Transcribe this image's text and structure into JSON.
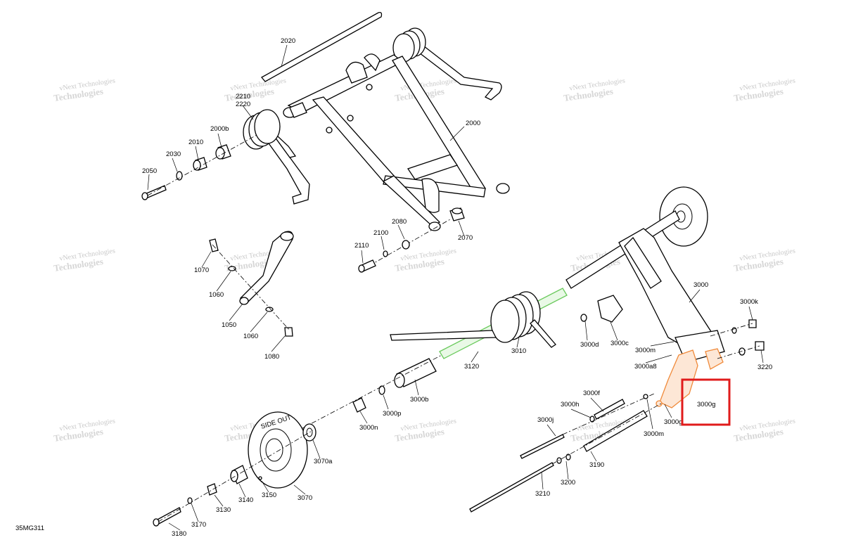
{
  "diagram_id": "35MG311",
  "watermark": {
    "line1": "vNext Technologies",
    "line2": "Technologies"
  },
  "highlight_label": "3000g",
  "parts": [
    {
      "id": "2000",
      "label": "2000"
    },
    {
      "id": "2000b",
      "label": "2000b"
    },
    {
      "id": "2010",
      "label": "2010"
    },
    {
      "id": "2020",
      "label": "2020"
    },
    {
      "id": "2030",
      "label": "2030"
    },
    {
      "id": "2050",
      "label": "2050"
    },
    {
      "id": "2070",
      "label": "2070"
    },
    {
      "id": "2080",
      "label": "2080"
    },
    {
      "id": "2100",
      "label": "2100"
    },
    {
      "id": "2110",
      "label": "2110"
    },
    {
      "id": "2210",
      "label": "2210"
    },
    {
      "id": "2220",
      "label": "2220"
    },
    {
      "id": "1050",
      "label": "1050"
    },
    {
      "id": "1060a",
      "label": "1060"
    },
    {
      "id": "1060b",
      "label": "1060"
    },
    {
      "id": "1070",
      "label": "1070"
    },
    {
      "id": "1080",
      "label": "1080"
    },
    {
      "id": "3000",
      "label": "3000"
    },
    {
      "id": "3000k",
      "label": "3000k"
    },
    {
      "id": "3000d",
      "label": "3000d"
    },
    {
      "id": "3000c",
      "label": "3000c"
    },
    {
      "id": "3000m_a",
      "label": "3000m"
    },
    {
      "id": "3000a8",
      "label": "3000a8"
    },
    {
      "id": "3220",
      "label": "3220"
    },
    {
      "id": "3010",
      "label": "3010"
    },
    {
      "id": "3120",
      "label": "3120"
    },
    {
      "id": "3000b",
      "label": "3000b"
    },
    {
      "id": "3000p",
      "label": "3000p"
    },
    {
      "id": "3000n",
      "label": "3000n"
    },
    {
      "id": "3000f",
      "label": "3000f"
    },
    {
      "id": "3000h",
      "label": "3000h"
    },
    {
      "id": "3000j",
      "label": "3000j"
    },
    {
      "id": "3000g_a",
      "label": "3000g"
    },
    {
      "id": "3000m_b",
      "label": "3000m"
    },
    {
      "id": "3190",
      "label": "3190"
    },
    {
      "id": "3200",
      "label": "3200"
    },
    {
      "id": "3210",
      "label": "3210"
    },
    {
      "id": "3070a",
      "label": "3070a"
    },
    {
      "id": "3070",
      "label": "3070"
    },
    {
      "id": "3150",
      "label": "3150"
    },
    {
      "id": "3140",
      "label": "3140"
    },
    {
      "id": "3130",
      "label": "3130"
    },
    {
      "id": "3170",
      "label": "3170"
    },
    {
      "id": "3180",
      "label": "3180"
    }
  ],
  "wheel_text": "SIDE OUT"
}
